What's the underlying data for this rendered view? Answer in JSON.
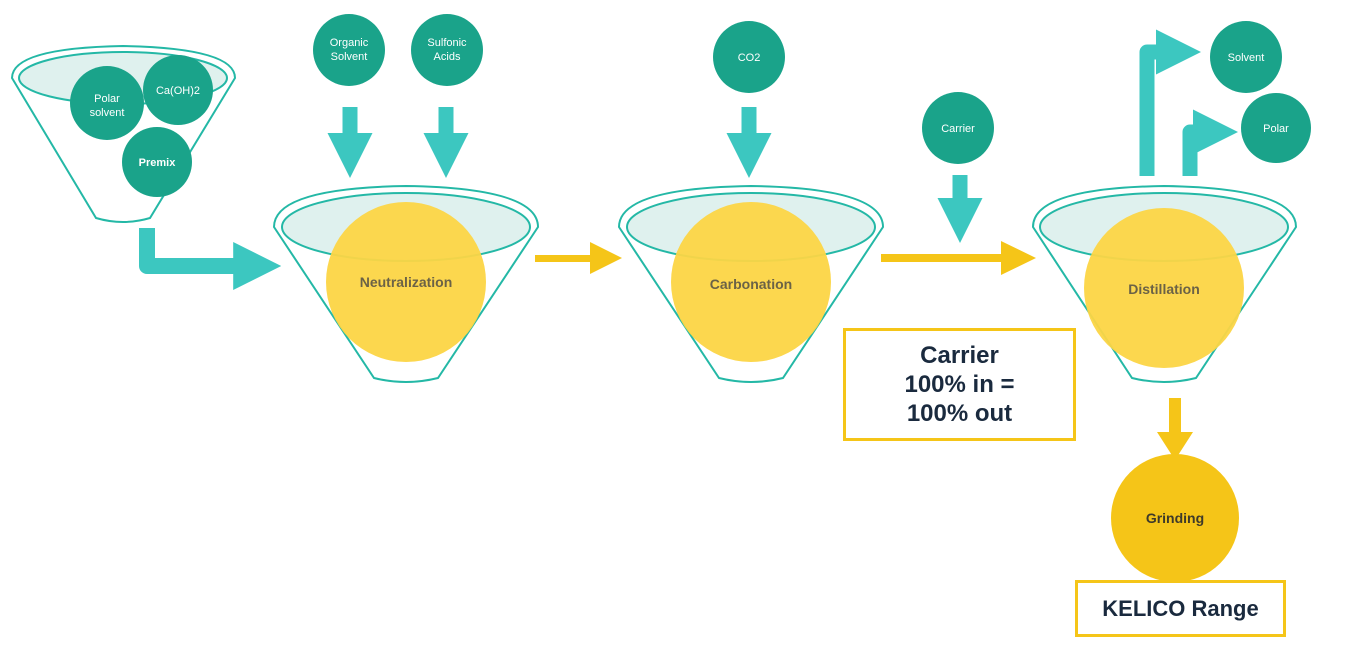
{
  "premix": {
    "inputs": [
      {
        "label_lines": [
          "Polar",
          "solvent"
        ]
      },
      {
        "label_lines": [
          "Ca(OH)2"
        ]
      }
    ],
    "output_label": "Premix"
  },
  "neutralization": {
    "label": "Neutralization",
    "inputs": [
      {
        "label_lines": [
          "Organic",
          "Solvent"
        ]
      },
      {
        "label_lines": [
          "Sulfonic",
          "Acids"
        ]
      }
    ]
  },
  "carbonation": {
    "label": "Carbonation",
    "inputs": [
      {
        "label_lines": [
          "CO2"
        ]
      }
    ]
  },
  "carrier_input": {
    "label": "Carrier"
  },
  "carrier_note": {
    "lines": [
      "Carrier",
      "100% in =",
      "100% out"
    ]
  },
  "distillation": {
    "label": "Distillation",
    "outputs": [
      {
        "label": "Solvent"
      },
      {
        "label": "Polar"
      }
    ]
  },
  "grinding": {
    "label": "Grinding"
  },
  "product": {
    "label": "KELICO Range"
  },
  "colors": {
    "teal": "#1aa38a",
    "teal_arrow": "#3cc7c0",
    "funnel_stroke": "#24b8a6",
    "funnel_fill": "#dff1ee",
    "yellow": "#fcd544",
    "yellow_arrow": "#f5c518"
  }
}
